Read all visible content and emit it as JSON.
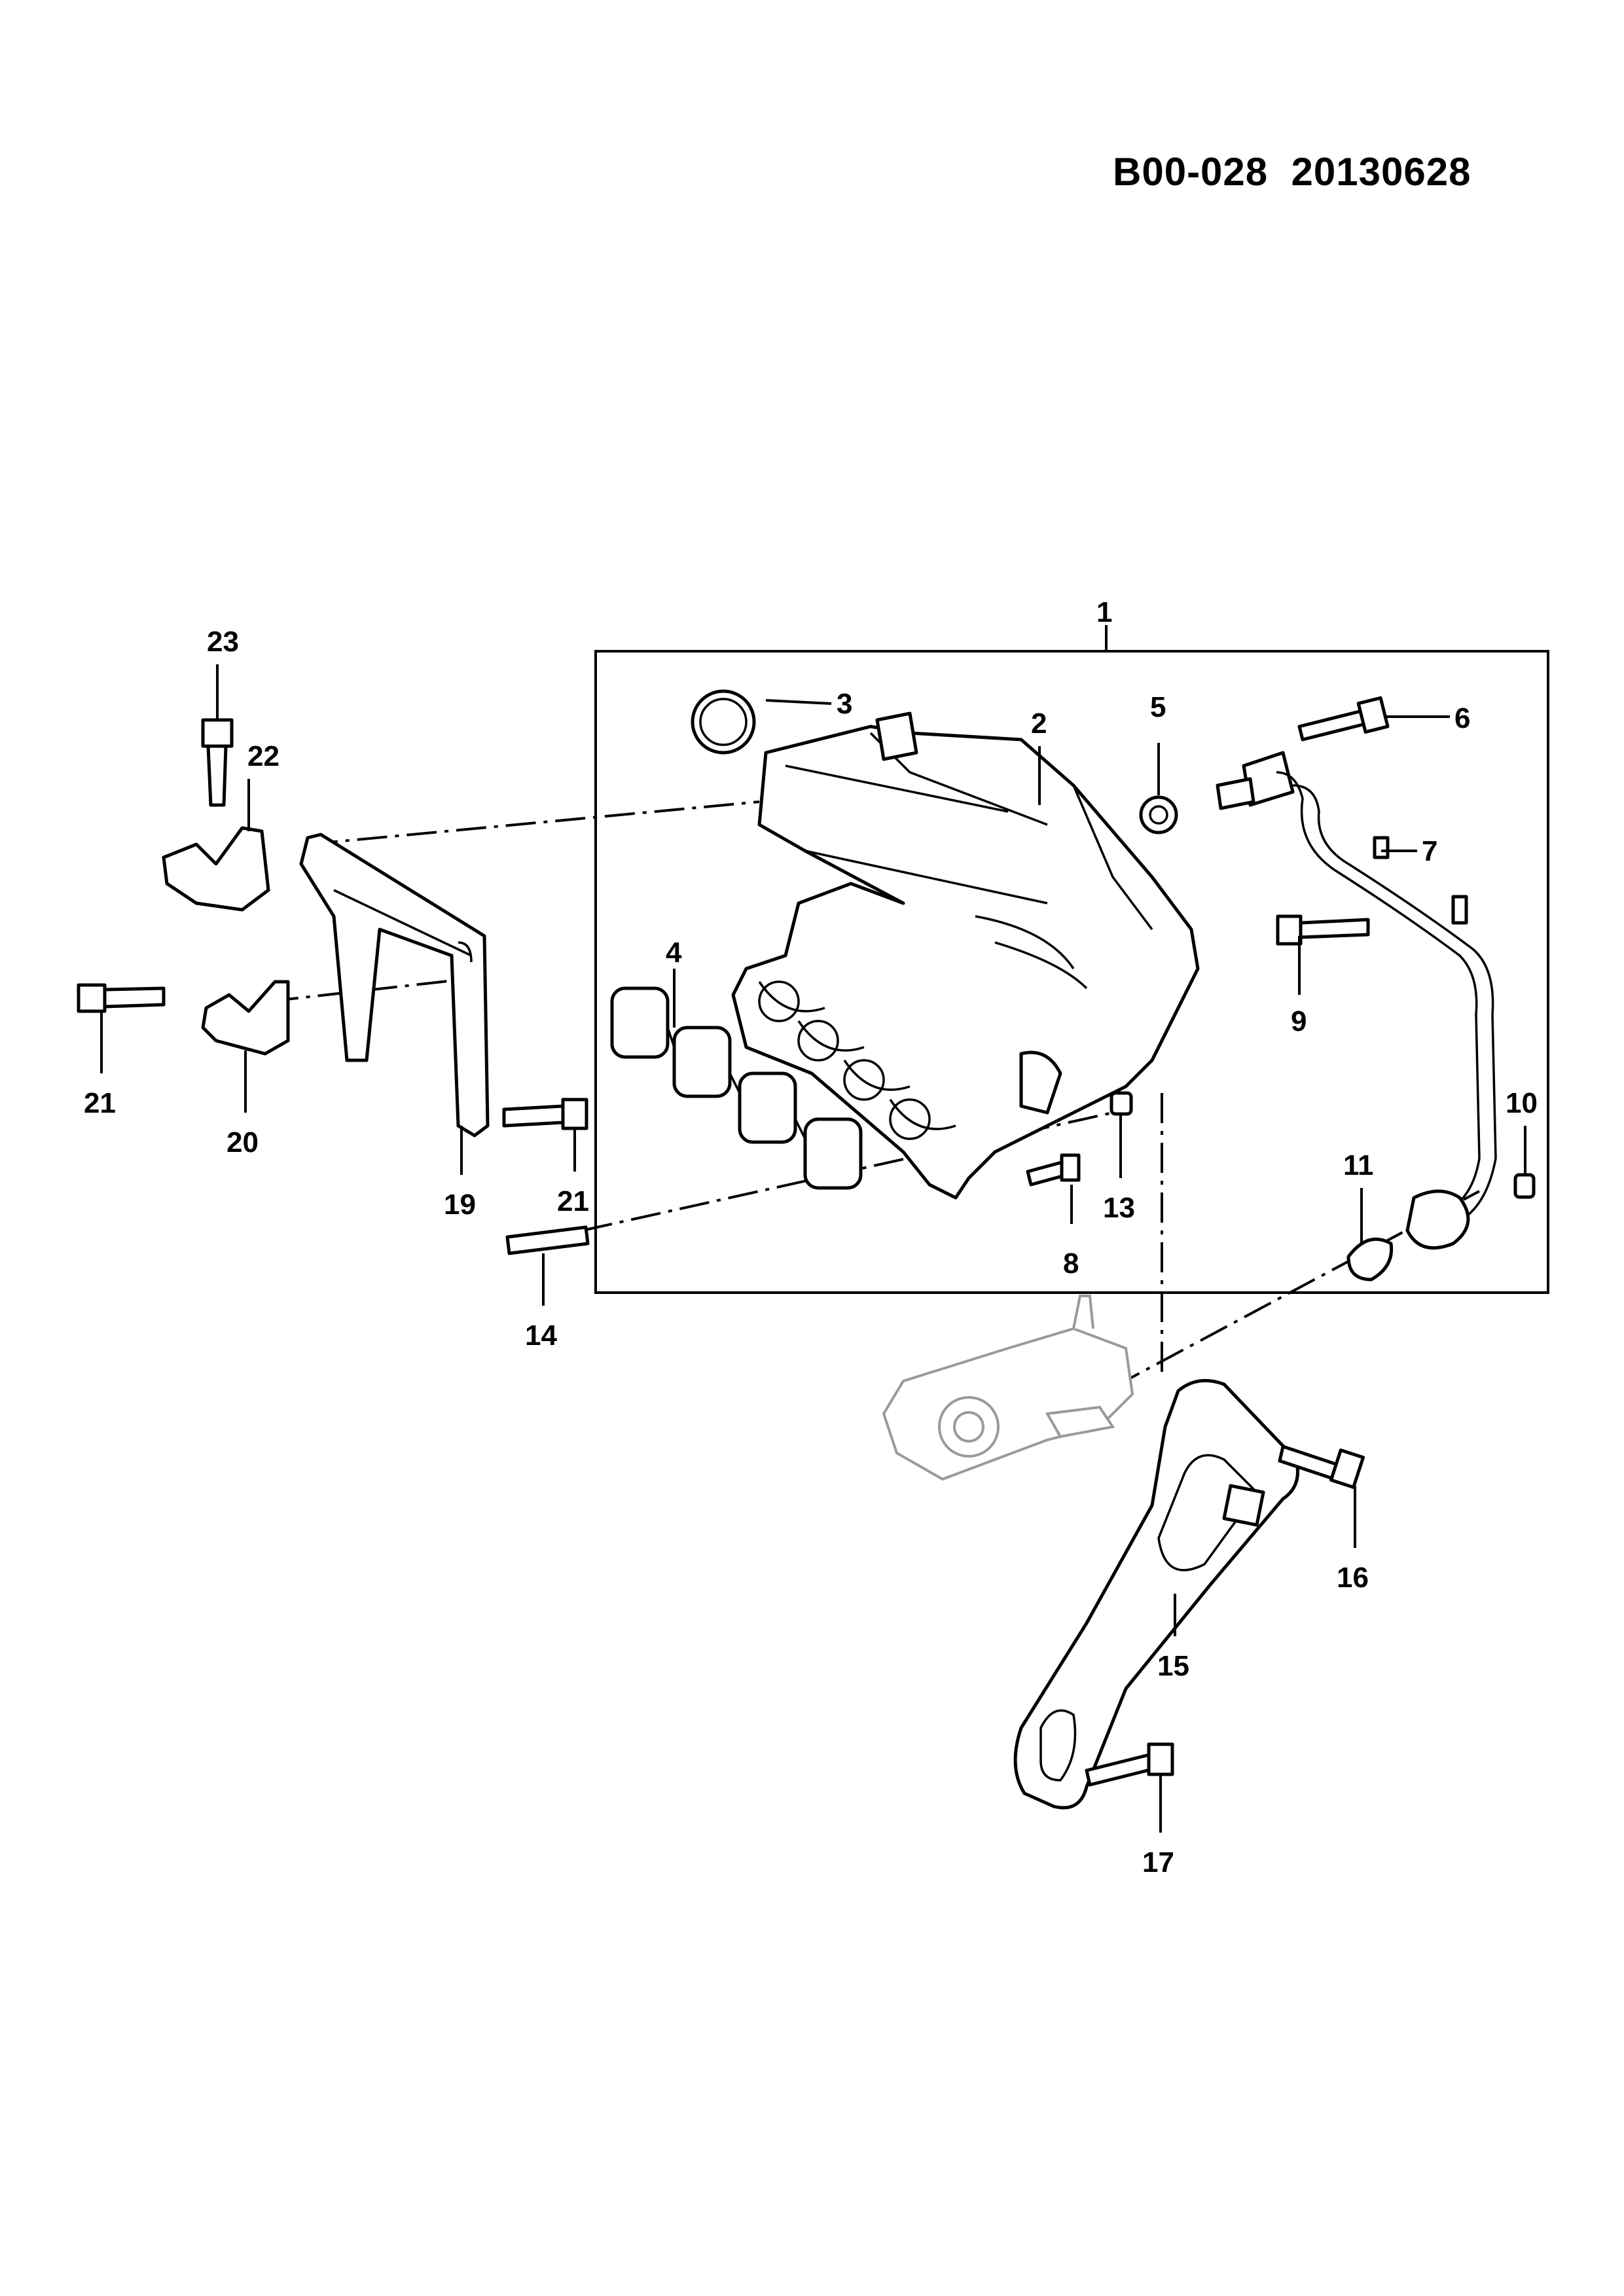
{
  "header": {
    "code": "B00-028",
    "date": "20130628"
  },
  "callouts": [
    "1",
    "2",
    "3",
    "4",
    "5",
    "6",
    "7",
    "8",
    "9",
    "10",
    "11",
    "13",
    "14",
    "15",
    "16",
    "17",
    "19",
    "20",
    "21",
    "21",
    "22",
    "23"
  ]
}
